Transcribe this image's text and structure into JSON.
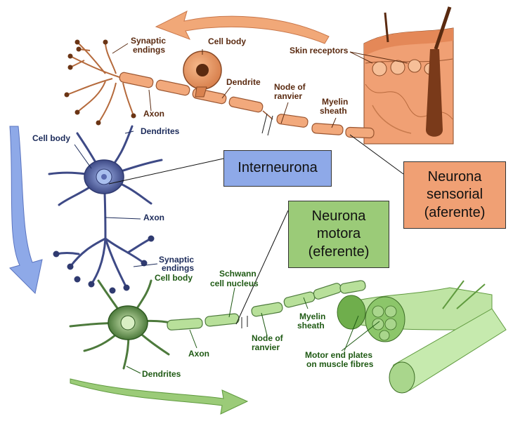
{
  "colors": {
    "sensory": "#f0a074",
    "inter": "#8ea9e8",
    "motor": "#9bcb78",
    "sensory_neuron": "#d9824f",
    "inter_neuron": "#3e4a86",
    "motor_neuron": "#4d7a3c"
  },
  "boxes": {
    "interneurona": "Interneurona",
    "sensorial": [
      "Neurona",
      "sensorial",
      "(aferente)"
    ],
    "motora": [
      "Neurona",
      "motora",
      "(eferente)"
    ]
  },
  "sensory_labels": {
    "synaptic": [
      "Synaptic",
      "endings"
    ],
    "cell_body": "Cell body",
    "skin_receptors": "Skin receptors",
    "dendrite": "Dendrite",
    "node": [
      "Node of",
      "ranvier"
    ],
    "myelin": [
      "Myelin",
      "sheath"
    ],
    "axon": "Axon"
  },
  "inter_labels": {
    "dendrites": "Dendrites",
    "cell_body": "Cell body",
    "axon": "Axon",
    "synaptic": [
      "Synaptic",
      "endings"
    ]
  },
  "motor_labels": {
    "cell_body": "Cell body",
    "schwann": [
      "Schwann",
      "cell nucleus"
    ],
    "myelin": [
      "Myelin",
      "sheath"
    ],
    "node": [
      "Node of",
      "ranvier"
    ],
    "axon": "Axon",
    "dendrites": "Dendrites",
    "motor_end": [
      "Motor end plates",
      "on muscle fibres"
    ]
  }
}
